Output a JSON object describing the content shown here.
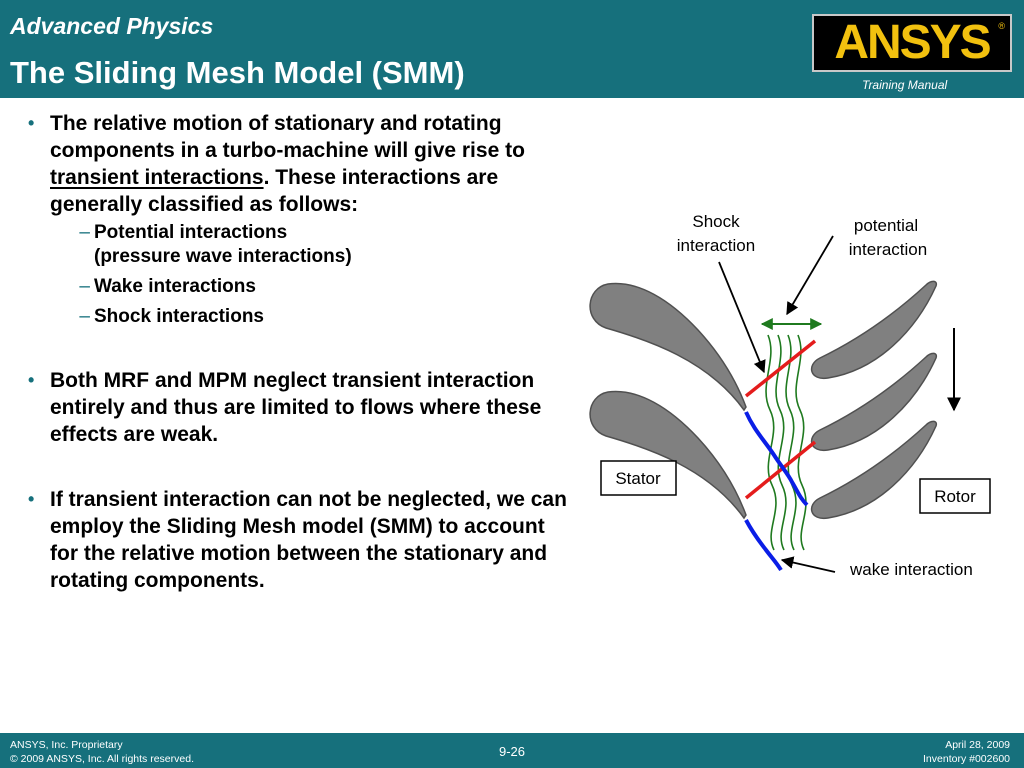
{
  "header": {
    "course": "Advanced Physics",
    "title": "The Sliding Mesh Model (SMM)",
    "logo_text": "ANSYS",
    "logo_reg": "®",
    "training_manual": "Training Manual"
  },
  "bullets": {
    "marker": "•",
    "sub_marker": "–",
    "b1_before": "The relative motion of stationary and rotating components in a turbo-machine will give rise to ",
    "b1_term": "transient interactions",
    "b1_after": ". These interactions are generally classified as follows:",
    "sub": [
      {
        "line1": "Potential interactions",
        "line2": "(pressure wave interactions)"
      },
      {
        "line1": "Wake interactions"
      },
      {
        "line1": "Shock interactions"
      }
    ],
    "b2": "Both MRF and MPM neglect transient interaction entirely and thus are limited to flows where these effects are weak.",
    "b3": "If transient interaction can not be neglected, we can employ the Sliding Mesh model (SMM) to account for the relative motion between the stationary and rotating components."
  },
  "diagram": {
    "shock_line1": "Shock",
    "shock_line2": "interaction",
    "potential_line1": "potential",
    "potential_line2": "interaction",
    "stator": "Stator",
    "rotor": "Rotor",
    "wake": "wake interaction",
    "colors": {
      "blade_fill": "#808080",
      "shock": "#e41c1c",
      "wake": "#0a1ee6",
      "wave": "#1f7a1f"
    }
  },
  "footer": {
    "left_line1": "ANSYS, Inc. Proprietary",
    "left_line2": "© 2009 ANSYS, Inc.  All rights reserved.",
    "page": "9-26",
    "right_line1": "April 28, 2009",
    "right_line2": "Inventory #002600"
  }
}
